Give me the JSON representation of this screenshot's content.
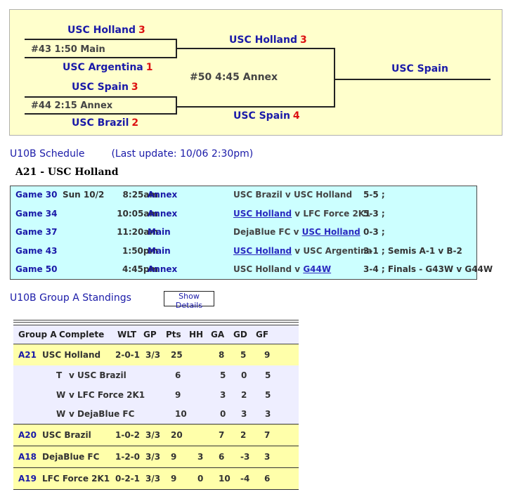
{
  "bracket": {
    "g1_top_team": "USC Holland",
    "g1_top_score": "3",
    "g1_info": "#43 1:50 Main",
    "g1_bot_team": "USC Argentina",
    "g1_bot_score": "1",
    "g2_top_team": "USC Spain",
    "g2_top_score": "3",
    "g2_info": "#44 2:15 Annex",
    "g2_bot_team": "USC Brazil",
    "g2_bot_score": "2",
    "f_top_team": "USC Holland",
    "f_top_score": "3",
    "f_info": "#50 4:45 Annex",
    "f_bot_team": "USC Spain",
    "f_bot_score": "4",
    "winner": "USC Spain"
  },
  "schedule": {
    "heading": "U10B Schedule",
    "last_update": "(Last update: 10/06 2:30pm)",
    "team_title": "A21 - USC Holland",
    "games": [
      {
        "game": "Game 30",
        "date": "Sun 10/2",
        "time": "8:25am",
        "field": "Annex",
        "home": "USC Brazil",
        "vs": " v ",
        "away": "USC Holland",
        "home_link": false,
        "away_link": false,
        "result": "5-5 ;"
      },
      {
        "game": "Game 34",
        "date": "",
        "time": "10:05am",
        "field": "Annex",
        "home": "USC Holland",
        "vs": " v ",
        "away": "LFC Force 2K1",
        "home_link": true,
        "away_link": false,
        "result": "5-3 ;"
      },
      {
        "game": "Game 37",
        "date": "",
        "time": "11:20am",
        "field": "Main",
        "home": "DejaBlue FC",
        "vs": " v ",
        "away": "USC Holland",
        "home_link": false,
        "away_link": true,
        "result": "0-3 ;"
      },
      {
        "game": "Game 43",
        "date": "",
        "time": "1:50pm",
        "field": "Main",
        "home": "USC Holland",
        "vs": " v ",
        "away": "USC Argentina",
        "home_link": true,
        "away_link": false,
        "result": "3-1 ; Semis A-1 v B-2"
      },
      {
        "game": "Game 50",
        "date": "",
        "time": "4:45pm",
        "field": "Annex",
        "home": "USC Holland",
        "vs": " v ",
        "away": "G44W",
        "home_link": false,
        "away_link": true,
        "result": "3-4 ; Finals - G43W v G44W"
      }
    ]
  },
  "standings": {
    "heading": "U10B Group A Standings",
    "details_button": "Show Details",
    "columns": {
      "group": "Group A",
      "complete": "Complete",
      "wlt": "WLT",
      "gp": "GP",
      "pts": "Pts",
      "hh": "HH",
      "ga": "GA",
      "gd": "GD",
      "gf": "GF"
    },
    "rows": [
      {
        "id": "A21",
        "team": "USC Holland",
        "wlt": "2-0-1",
        "gp": "3/3",
        "pts": "25",
        "hh": "",
        "ga": "8",
        "gd": "5",
        "gf": "9",
        "details": [
          {
            "res": "T",
            "opp": "v USC Brazil",
            "pts": "6",
            "ga": "5",
            "gd": "0",
            "gf": "5"
          },
          {
            "res": "W",
            "opp": "v LFC Force 2K1",
            "pts": "9",
            "ga": "3",
            "gd": "2",
            "gf": "5"
          },
          {
            "res": "W",
            "opp": "v DejaBlue FC",
            "pts": "10",
            "ga": "0",
            "gd": "3",
            "gf": "3"
          }
        ]
      },
      {
        "id": "A20",
        "team": "USC Brazil",
        "wlt": "1-0-2",
        "gp": "3/3",
        "pts": "20",
        "hh": "",
        "ga": "7",
        "gd": "2",
        "gf": "7",
        "details": []
      },
      {
        "id": "A18",
        "team": "DejaBlue FC",
        "wlt": "1-2-0",
        "gp": "3/3",
        "pts": "9",
        "hh": "3",
        "ga": "6",
        "gd": "-3",
        "gf": "3",
        "details": []
      },
      {
        "id": "A19",
        "team": "LFC Force 2K1",
        "wlt": "0-2-1",
        "gp": "3/3",
        "pts": "9",
        "hh": "0",
        "ga": "10",
        "gd": "-4",
        "gf": "6",
        "details": []
      }
    ]
  },
  "colors": {
    "team_blue": "#1a1aa8",
    "score_red": "#dd1111",
    "bracket_bg": "#ffffcc",
    "schedule_bg": "#ccffff",
    "row_yellow": "#ffffaa",
    "row_lavender": "#eeeeff"
  }
}
